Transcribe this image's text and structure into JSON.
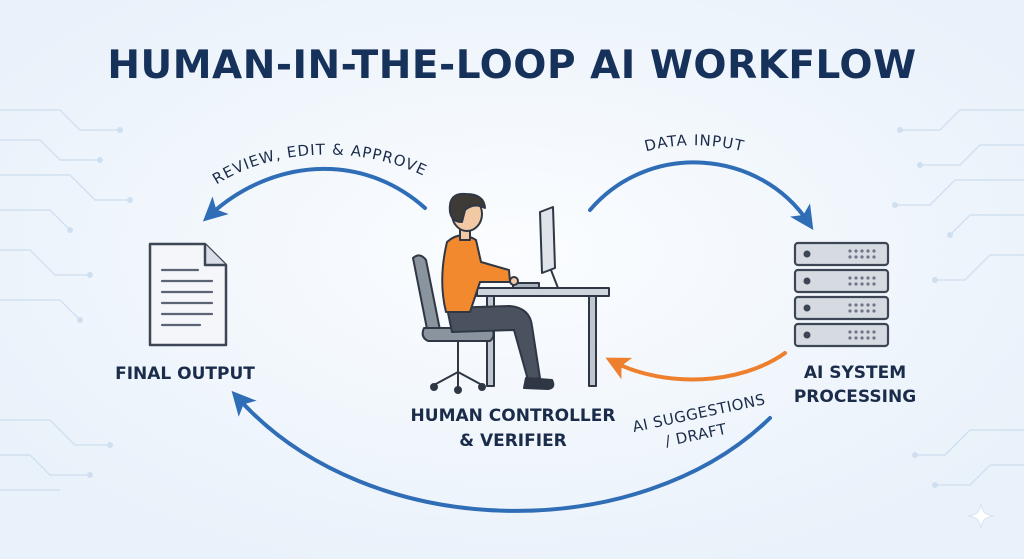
{
  "title": "HUMAN-IN-THE-LOOP AI WORKFLOW",
  "nodes": {
    "final_output": {
      "label": "FINAL OUTPUT",
      "icon": "document-icon"
    },
    "human": {
      "label_line1": "HUMAN CONTROLLER",
      "label_line2": "& VERIFIER",
      "icon": "person-at-desk-icon"
    },
    "ai_system": {
      "label_line1": "AI SYSTEM",
      "label_line2": "PROCESSING",
      "icon": "server-rack-icon"
    }
  },
  "arrows": {
    "review": "REVIEW, EDIT & APPROVE",
    "data_input": "DATA INPUT",
    "ai_suggestions_line1": "AI SUGGESTIONS",
    "ai_suggestions_line2": "/ DRAFT"
  },
  "colors": {
    "title": "#16315a",
    "arrow_blue": "#2f6db6",
    "arrow_orange": "#ee7f2d",
    "person_shirt": "#f2892e",
    "label": "#1b2c4a"
  }
}
